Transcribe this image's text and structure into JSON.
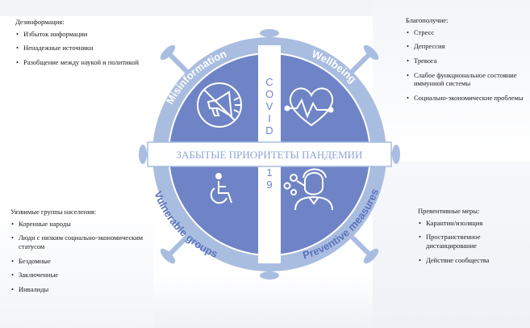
{
  "center_title": "ЗАБЫТЫЕ ПРИОРИТЕТЫ ПАНДЕМИИ",
  "covid_letters": [
    "C",
    "O",
    "V",
    "I",
    "D"
  ],
  "covid_number": [
    "1",
    "9"
  ],
  "ring_labels": {
    "misinformation": "Misinformation",
    "wellbeing": "Wellbeing",
    "vulnerable": "Vulnerable groups",
    "preventive": "Preventive measures"
  },
  "misinformation": {
    "heading": "Дезинформация:",
    "items": [
      "Избыток информации",
      "Ненадежные источники",
      "Разобщение между наукой и политикой"
    ]
  },
  "wellbeing": {
    "heading": "Благополучие:",
    "items": [
      "Стресс",
      "Депрессия",
      "Тревога",
      "Слабое функциональное состояние иммунной системы",
      "Социально-экономические проблемы"
    ]
  },
  "vulnerable": {
    "heading": "Уязвимые группы населения:",
    "items": [
      "Коренные народы",
      "Люди с низким социально-экономическим статусом",
      "Бездомные",
      "Заключенные",
      "Инвалиды"
    ]
  },
  "preventive": {
    "heading": "Превентивные меры:",
    "items": [
      "Карантин/изоляция",
      "Пространственное дистанцирование",
      "Действие сообщества"
    ]
  },
  "colors": {
    "ring": "#a9bde0",
    "quadrant": "#6f84c6",
    "band": "#ffffff",
    "accent_text": "#6f84c6",
    "ring_text": "#5b73bf"
  },
  "icons": [
    "megaphone-crossed-icon",
    "heart-pulse-icon",
    "wheelchair-icon",
    "person-virus-icon"
  ]
}
